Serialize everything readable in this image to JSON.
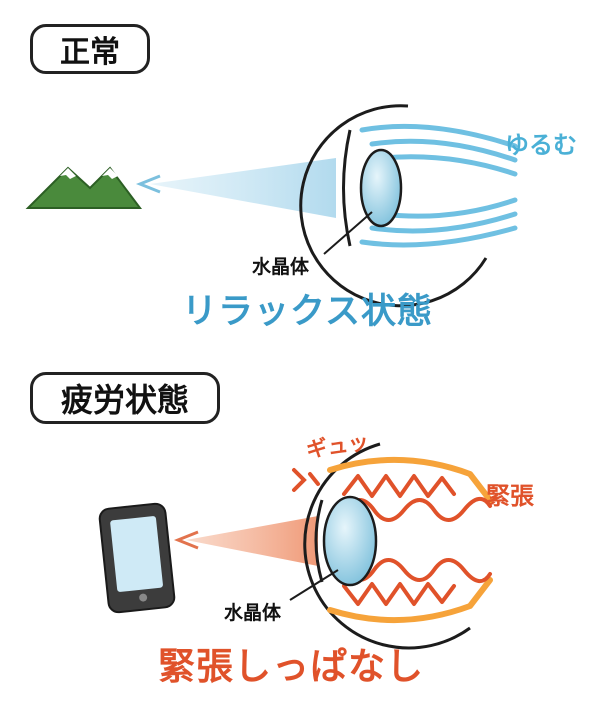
{
  "sections": {
    "normal": {
      "title": "正常",
      "lens_label": "水晶体",
      "muscle_label": "ゆるむ",
      "state_label": "リラックス状態"
    },
    "tired": {
      "title": "疲労状態",
      "lens_label": "水晶体",
      "effect_label": "ギュッ",
      "muscle_label": "緊張",
      "state_label": "緊張しっぱなし"
    }
  },
  "colors": {
    "relaxed_accent": "#3a9ac8",
    "tense_accent": "#e0522a",
    "mountain": "#4a8a3c",
    "lens": "#9fd0e4"
  }
}
